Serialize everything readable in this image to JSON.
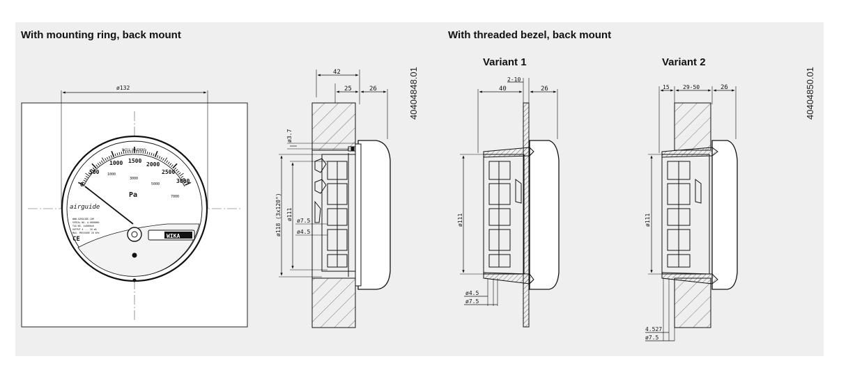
{
  "headings": {
    "left": "With mounting ring, back mount",
    "right": "With threaded bezel, back mount",
    "variant1": "Variant 1",
    "variant2": "Variant 2"
  },
  "drawing_codes": {
    "left": "40404848.01",
    "right": "40404850.01"
  },
  "gauge": {
    "scale_labels": [
      "0",
      "500",
      "1000",
      "1500",
      "2000",
      "2500",
      "3000"
    ],
    "inner_labels": [
      "1000",
      "3000",
      "5000",
      "7000"
    ],
    "unit": "Pa",
    "small_top_text": "SWISS MOVEMENT",
    "brand_logo": "airguide",
    "manufacturer": "WIKA",
    "mark": "CE",
    "tiny_text": [
      "WWW.AIRGUIDE.COM",
      "SERIAL NO. A-0000000",
      "TAG NO. 1x0000x0",
      "OUTPUT 4 ... 20 mA",
      "MAX. PRESSURE 20 kPa"
    ]
  },
  "dims": {
    "front_dia": "ø132",
    "side_42": "42",
    "side_25": "25",
    "side_26": "26",
    "side_3_7": "ø3.7",
    "side_118": "ø118 (3x120°)",
    "side_111": "ø111",
    "side_7_5": "ø7.5",
    "side_4_5": "ø4.5",
    "v1_2_10": "2-10",
    "v1_40": "40",
    "v1_26": "26",
    "v1_111": "ø111",
    "v1_4_5": "ø4.5",
    "v1_7_5": "ø7.5",
    "v2_15": "15",
    "v2_29_50": "29-50",
    "v2_26": "26",
    "v2_111": "ø111",
    "v2_4_527": "4.527",
    "v2_7_5": "ø7.5"
  }
}
